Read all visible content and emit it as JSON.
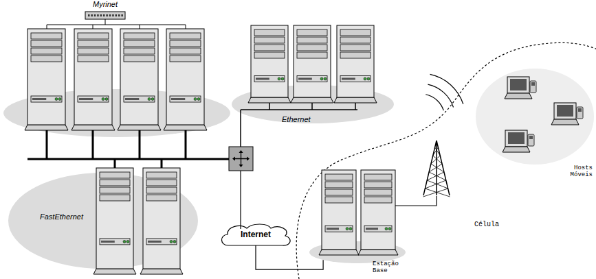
{
  "diagram": {
    "nodes": [
      {
        "text": [
          "Myrinet"
        ]
      },
      {
        "text": [
          "Ethernet"
        ]
      },
      {
        "text": [
          "FastEthernet"
        ]
      },
      {
        "text": [
          "Internet"
        ]
      },
      {
        "text": [
          "Célula"
        ]
      },
      {
        "text": [
          "Estação Base"
        ],
        "in": 4
      },
      {
        "text": [
          "Hosts Móveis"
        ],
        "in": 4
      }
    ],
    "edges": [
      {
        "from": 3,
        "to": 5,
        "arrow": "none"
      }
    ]
  }
}
